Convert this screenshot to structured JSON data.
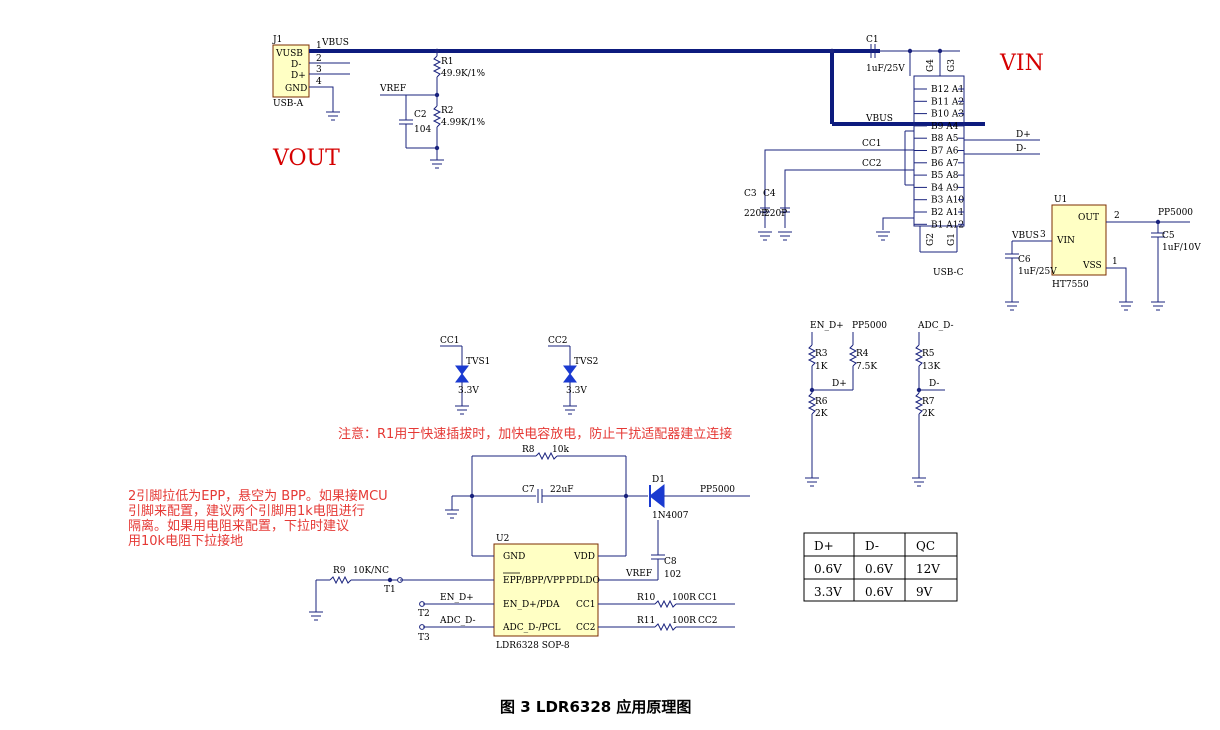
{
  "labels": {
    "vout": "VOUT",
    "vin": "VIN",
    "note": "注意：R1用于快速插拔时，加快电容放电，防止干扰适配器建立连接",
    "side_note": [
      "2引脚拉低为EPP，悬空为 BPP。如果接MCU",
      "引脚来配置，建议两个引脚用1k电阻进行",
      "隔离。如果用电阻来配置，下拉时建议",
      "用10k电阻下拉接地"
    ],
    "caption": "图 3 LDR6328 应用原理图"
  },
  "usb_a": {
    "ref": "J1",
    "name": "USB-A",
    "pins": [
      "VUSB",
      "D-",
      "D+",
      "GND"
    ],
    "pin_nums": [
      "1",
      "2",
      "3",
      "4"
    ]
  },
  "usb_c": {
    "name": "USB-C",
    "rows": [
      "B12 A1",
      "B11 A2",
      "B10 A3",
      "B9  A4",
      "B8  A5",
      "B7  A6",
      "B6  A7",
      "B5  A8",
      "B4  A9",
      "B3 A10",
      "B2 A11",
      "B1 A12"
    ],
    "top": [
      "G4",
      "G3"
    ],
    "bottom": [
      "G2",
      "G1"
    ]
  },
  "ldo": {
    "ref": "U1",
    "name": "HT7550",
    "pins": {
      "out": "OUT",
      "vin": "VIN",
      "vss": "VSS"
    },
    "pin_nums": {
      "out": "2",
      "vin": "3",
      "vss": "1"
    }
  },
  "ic": {
    "ref": "U2",
    "name": "LDR6328 SOP-8",
    "left_pins": [
      "GND",
      "EPP/BPP/VPP",
      "EN_D+/PDA",
      "ADC_D-/PCL"
    ],
    "left_overline": "EPP",
    "left_rest": "/BPP/VPP",
    "right_pins": [
      "VDD",
      "PDLDO",
      "CC1",
      "CC2"
    ]
  },
  "components": {
    "r1": [
      "R1",
      "49.9K/1%"
    ],
    "r2": [
      "R2",
      "4.99K/1%"
    ],
    "c2": [
      "C2",
      "104"
    ],
    "c1": [
      "C1",
      "1uF/25V"
    ],
    "c3": [
      "C3",
      "220P"
    ],
    "c4": [
      "C4",
      "220P"
    ],
    "c5": [
      "C5",
      "1uF/10V"
    ],
    "c6": [
      "C6",
      "1uF/25V"
    ],
    "tvs1": [
      "TVS1",
      "3.3V"
    ],
    "tvs2": [
      "TVS2",
      "3.3V"
    ],
    "r3": [
      "R3",
      "1K"
    ],
    "r4": [
      "R4",
      "7.5K"
    ],
    "r5": [
      "R5",
      "13K"
    ],
    "r6": [
      "R6",
      "2K"
    ],
    "r7": [
      "R7",
      "2K"
    ],
    "r8": [
      "R8",
      "10k"
    ],
    "c7": [
      "C7",
      "22uF"
    ],
    "d1": [
      "D1",
      "1N4007"
    ],
    "c8": [
      "C8",
      "102"
    ],
    "r9": [
      "R9",
      "10K/NC"
    ],
    "r10": [
      "R10",
      "100R"
    ],
    "r11": [
      "R11",
      "100R"
    ],
    "t1": "T1",
    "t2": "T2",
    "t3": "T3"
  },
  "nets": {
    "vbus": "VBUS",
    "vref": "VREF",
    "dplus": "D+",
    "dminus": "D-",
    "cc1": "CC1",
    "cc2": "CC2",
    "pp5000": "PP5000",
    "en_dp": "EN_D+",
    "adc_dm": "ADC_D-"
  },
  "qc_table": {
    "headers": [
      "D+",
      "D-",
      "QC"
    ],
    "rows": [
      [
        "0.6V",
        "0.6V",
        "12V"
      ],
      [
        "3.3V",
        "0.6V",
        "9V"
      ]
    ]
  }
}
